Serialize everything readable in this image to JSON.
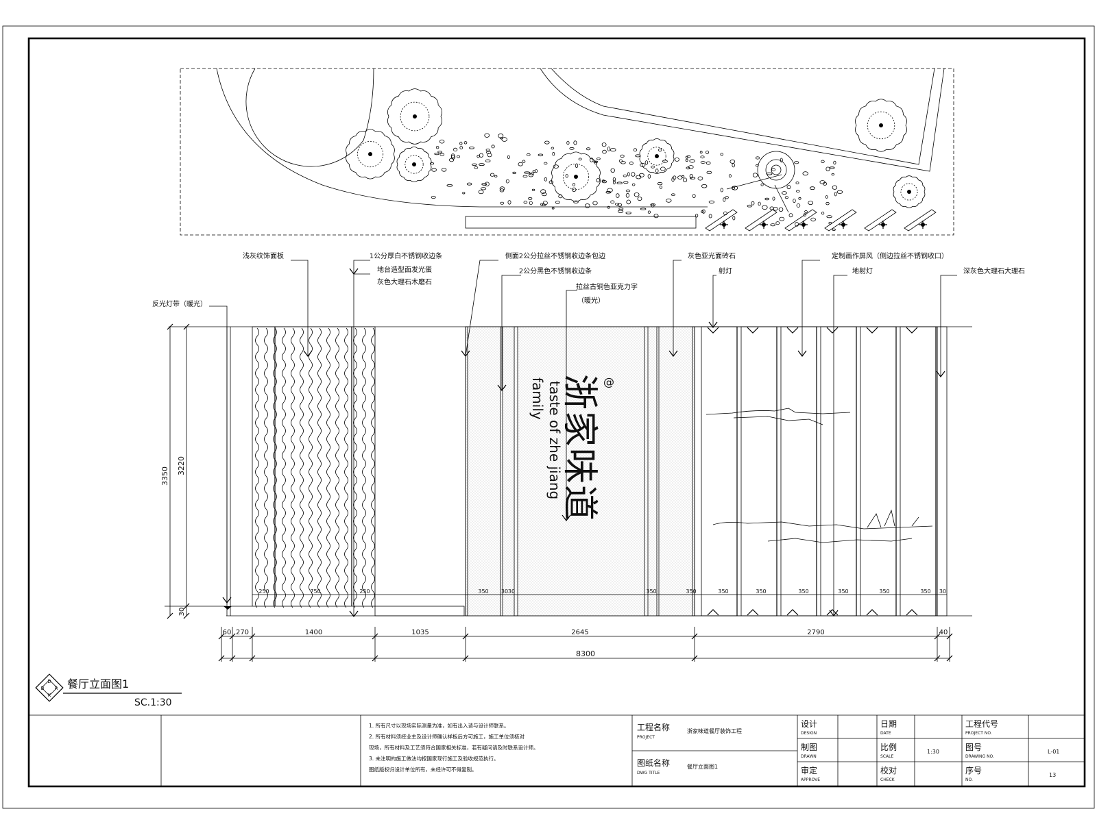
{
  "drawing": {
    "title": "餐厅立面图1",
    "scale": "SC.1:30",
    "logo_letters": [
      "D",
      "B",
      "R",
      "K"
    ],
    "logo_text": "DBRK"
  },
  "elevation": {
    "height_labels": [
      "3350",
      "3220",
      "30"
    ],
    "callouts": [
      "浅灰纹饰面板",
      "1公分厚白不锈钢收边条",
      "地台造型面发光蛋",
      "灰色大理石木磨石",
      "反光灯带（暖光）",
      "侧面2公分拉丝不锈钢收边条包边",
      "2公分黑色不锈钢收边条",
      "拉丝古铜色亚克力字",
      "（暖光）",
      "灰色亚光面砖石",
      "射灯",
      "定制画作屏风（侧边拉丝不锈钢收口）",
      "地射灯",
      "深灰色大理石大理石"
    ],
    "signage": {
      "chinese": "浙家味道",
      "english": "taste of zhe jiang",
      "family": "family",
      "mark": "@"
    },
    "small_dims": [
      "250",
      "750",
      "250",
      "350",
      "30",
      "30",
      "350",
      "350",
      "350",
      "350",
      "350",
      "350",
      "350",
      "350",
      "30"
    ]
  },
  "dimensions": {
    "segments": [
      "60",
      "270",
      "1400",
      "1035",
      "2645",
      "2790",
      "40"
    ],
    "total": "8300"
  },
  "title_block": {
    "notes": [
      "1. 所有尺寸以现场实际测量为准，如有出入请与设计师联系。",
      "2. 所有材料须经业主及设计师确认样板后方可施工，施工单位须核对",
      "现场，所有材料及工艺须符合国家相关标准，若有疑问请及时联系设计师。",
      "3. 未注明的施工做法均按国家现行施工及验收规范执行。",
      "图纸版权归设计单位所有，未经许可不得复制。"
    ],
    "project_label": "工程名称",
    "project_label_en": "PROJECT",
    "project_value": "浙家味道餐厅装饰工程",
    "sheet_label": "图纸名称",
    "sheet_label_en": "DWG TITLE",
    "sheet_value": "餐厅立面图1",
    "design_label": "设计",
    "design_label_en": "DESIGN",
    "drawn_label": "制图",
    "drawn_label_en": "DRAWN",
    "check_label": "审定",
    "check_label_en": "APPROVE",
    "date_label": "日期",
    "date_label_en": "DATE",
    "scale_label": "比例",
    "scale_label_en": "SCALE",
    "scale_value": "1:30",
    "proof_label": "校对",
    "proof_label_en": "CHECK",
    "code_label": "工程代号",
    "code_label_en": "PROJECT NO.",
    "dwg_no_label": "图号",
    "dwg_no_label_en": "DRAWING NO.",
    "dwg_no_value": "L-01",
    "seq_label": "序号",
    "seq_label_en": "NO.",
    "seq_value": "13"
  }
}
